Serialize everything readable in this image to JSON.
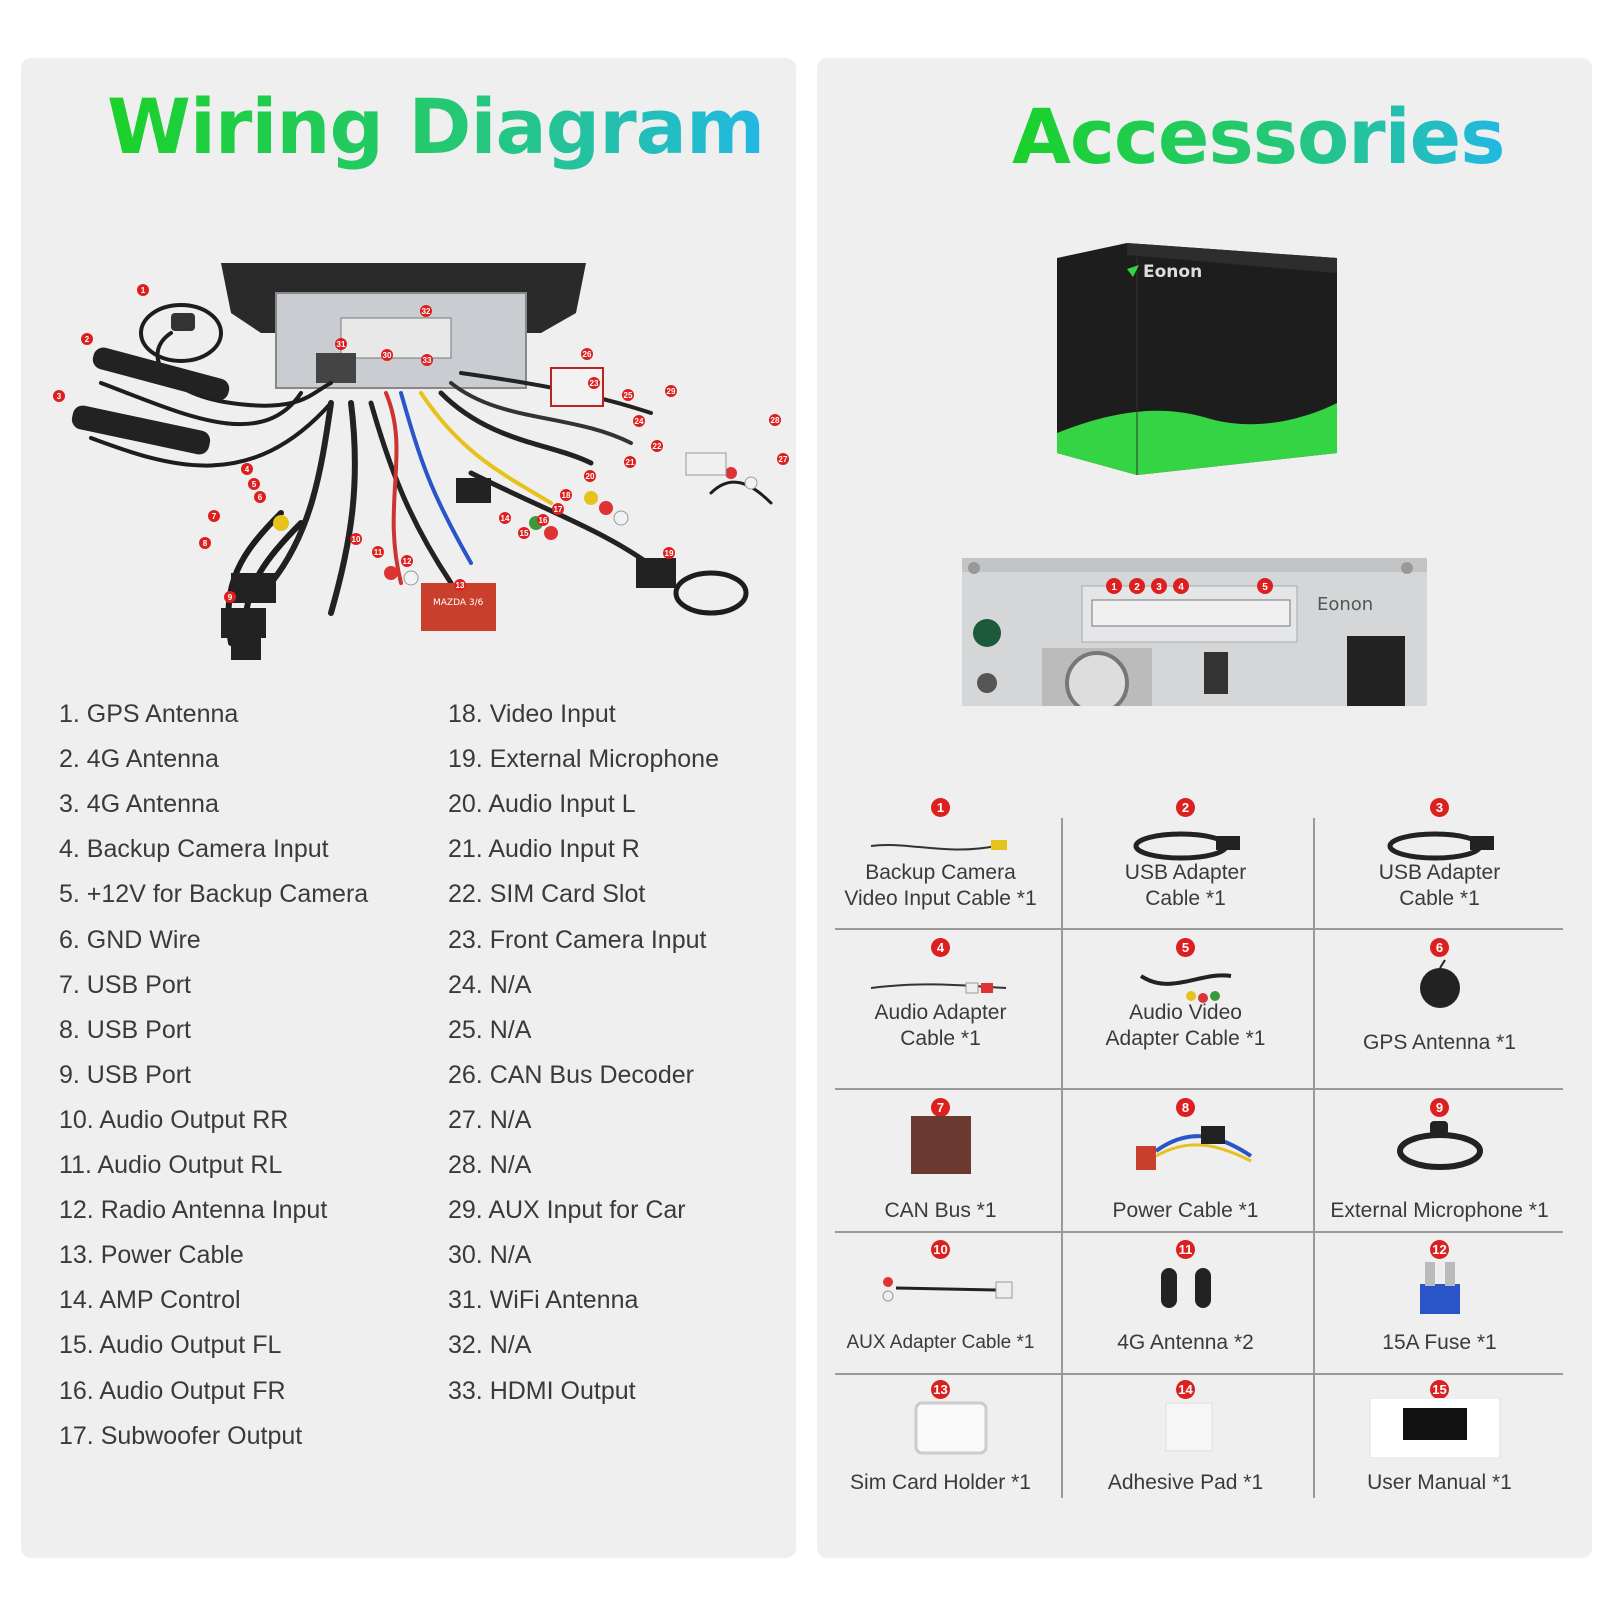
{
  "wiring": {
    "title": "Wiring Diagram",
    "items_col1": [
      "1. GPS Antenna",
      "2. 4G Antenna",
      "3. 4G Antenna",
      "4. Backup Camera Input",
      "5. +12V for Backup Camera",
      "6. GND Wire",
      "7. USB Port",
      "8. USB Port",
      "9. USB Port",
      "10. Audio Output RR",
      "11. Audio Output RL",
      "12. Radio Antenna Input",
      "13. Power Cable",
      "14. AMP Control",
      "15. Audio Output FL",
      "16. Audio Output FR",
      "17. Subwoofer Output"
    ],
    "items_col2": [
      "18. Video Input",
      "19. External Microphone",
      "20. Audio Input L",
      "21. Audio Input R",
      "22. SIM Card Slot",
      "23. Front Camera Input",
      "24. N/A",
      "25. N/A",
      "26. CAN Bus Decoder",
      "27. N/A",
      "28. N/A",
      "29. AUX Input for Car",
      "30. N/A",
      "31. WiFi Antenna",
      "32. N/A",
      "33. HDMI Output"
    ],
    "diagram_markers": [
      "1",
      "2",
      "3",
      "4",
      "5",
      "6",
      "7",
      "8",
      "9",
      "10",
      "11",
      "12",
      "13",
      "14",
      "15",
      "16",
      "17",
      "18",
      "19",
      "20",
      "21",
      "22",
      "23",
      "24",
      "25",
      "26",
      "27",
      "28",
      "29",
      "30",
      "31",
      "32",
      "33"
    ],
    "decoder_label": "MAZDA 3/6"
  },
  "accessories": {
    "title": "Accessories",
    "brand": "Eonon",
    "port_markers": [
      "1",
      "2",
      "3",
      "4",
      "5"
    ],
    "items": [
      {
        "num": "1",
        "label": "Backup Camera\nVideo Input Cable *1",
        "icon": "rca-cable-icon"
      },
      {
        "num": "2",
        "label": "USB Adapter\nCable *1",
        "icon": "usb-cable-icon"
      },
      {
        "num": "3",
        "label": "USB Adapter\nCable *1",
        "icon": "usb-cable-icon"
      },
      {
        "num": "4",
        "label": "Audio Adapter\nCable *1",
        "icon": "audio-cable-icon"
      },
      {
        "num": "5",
        "label": "Audio Video\nAdapter Cable *1",
        "icon": "av-cable-icon"
      },
      {
        "num": "6",
        "label": "GPS Antenna *1",
        "icon": "gps-antenna-icon"
      },
      {
        "num": "7",
        "label": "CAN Bus *1",
        "icon": "canbus-icon"
      },
      {
        "num": "8",
        "label": "Power Cable *1",
        "icon": "power-cable-icon"
      },
      {
        "num": "9",
        "label": "External Microphone *1",
        "icon": "microphone-icon"
      },
      {
        "num": "10",
        "label": "AUX Adapter Cable *1",
        "icon": "aux-cable-icon"
      },
      {
        "num": "11",
        "label": "4G Antenna *2",
        "icon": "4g-antenna-icon"
      },
      {
        "num": "12",
        "label": "15A Fuse *1",
        "icon": "fuse-icon"
      },
      {
        "num": "13",
        "label": "Sim Card Holder *1",
        "icon": "sim-holder-icon"
      },
      {
        "num": "14",
        "label": "Adhesive Pad *1",
        "icon": "adhesive-pad-icon"
      },
      {
        "num": "15",
        "label": "User Manual *1",
        "icon": "manual-icon"
      }
    ]
  },
  "colors": {
    "title_green": "#1bd12a",
    "title_blue": "#22b8e4",
    "badge_red": "#dc1f1f",
    "panel_bg": "#efefef",
    "box_green": "#3ddc4a"
  }
}
